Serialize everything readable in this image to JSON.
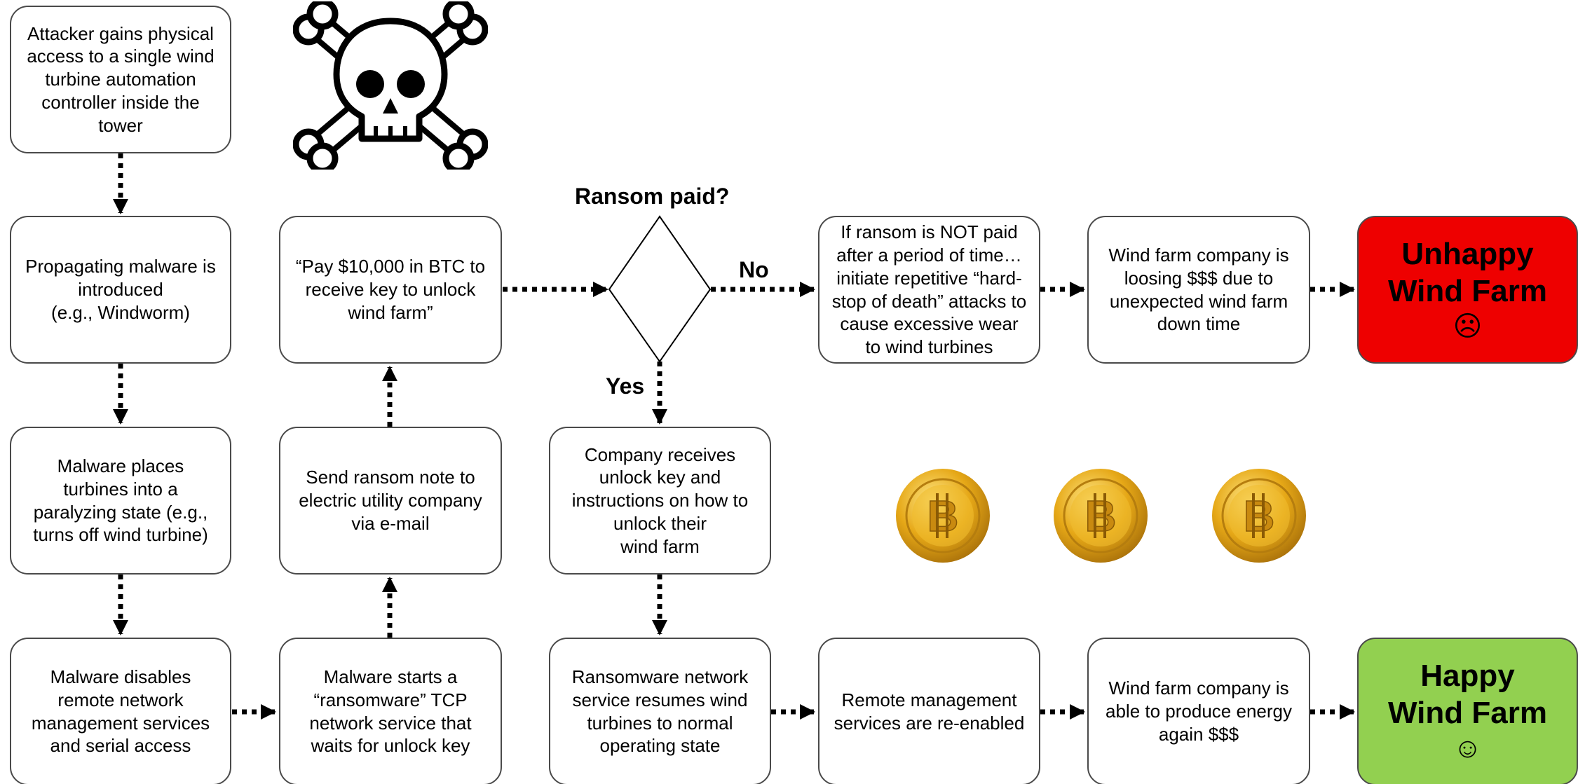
{
  "boxes": {
    "b1": "Attacker gains physical\naccess to a single wind\nturbine automation\ncontroller inside the\ntower",
    "b2": "Propagating malware is\nintroduced\n(e.g., Windworm)",
    "b3": "Malware places\nturbines into a\nparalyzing state (e.g.,\nturns off wind turbine)",
    "b4": "Malware disables\nremote network\nmanagement services\nand serial access",
    "b5": "Malware starts a\n“ransomware” TCP\nnetwork service that\nwaits for unlock key",
    "b6": "Send ransom note to\nelectric utility company\nvia e-mail",
    "b7": "“Pay $10,000 in BTC to\nreceive key to unlock\nwind farm”",
    "b8": "Company receives\nunlock key and\ninstructions on how to\nunlock their\nwind farm",
    "b9": "Ransomware network\nservice resumes wind\nturbines to normal\noperating state",
    "b10": "Remote management\nservices are re-enabled",
    "b11": "Wind farm company is\nable to produce energy\nagain $$$",
    "b12": "If ransom is NOT paid\nafter a period of time…\ninitiate repetitive “hard-\nstop of death” attacks to\ncause excessive wear\nto wind turbines",
    "b13": "Wind farm company is\nloosing $$$ due to\nunexpected wind farm\ndown time"
  },
  "outcomes": {
    "unhappy": {
      "title": "Unhappy\nWind Farm",
      "face": "☹",
      "color": "#ee0000"
    },
    "happy": {
      "title": "Happy\nWind Farm",
      "face": "☺",
      "color": "#92d050"
    }
  },
  "decision": {
    "question": "Ransom paid?",
    "no_label": "No",
    "yes_label": "Yes"
  },
  "icons": {
    "skull": "skull-and-crossbones-icon",
    "coin": "bitcoin-coin-icon"
  },
  "colors": {
    "coin_gold": "#e6a817"
  }
}
